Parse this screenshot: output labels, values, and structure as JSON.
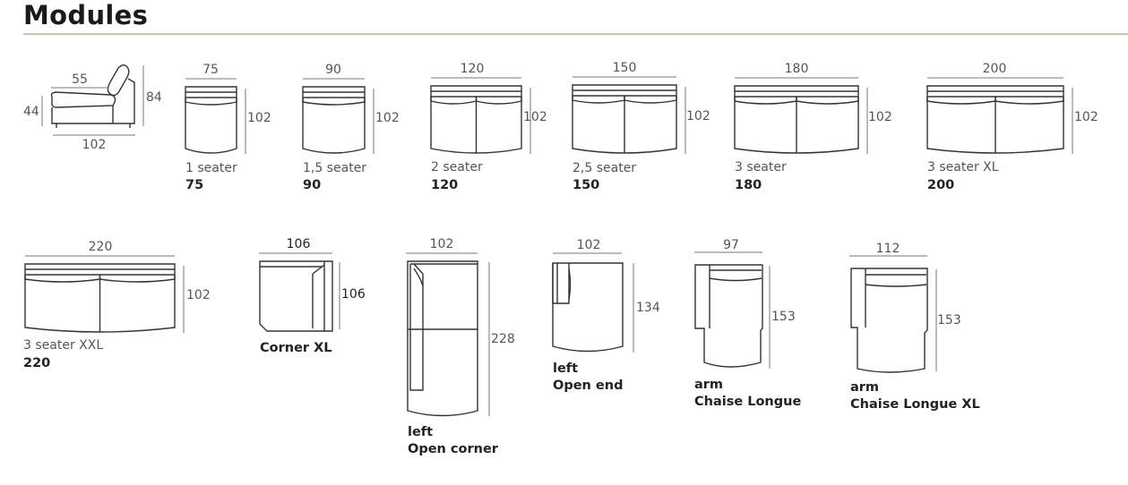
{
  "title": "Modules",
  "side_view": {
    "seat_depth": "55",
    "depth": "102",
    "seat_height": "44",
    "height": "84"
  },
  "modules": [
    {
      "width": "75",
      "depth": "102",
      "name": "1 seater",
      "code": "75"
    },
    {
      "width": "90",
      "depth": "102",
      "name": "1,5 seater",
      "code": "90"
    },
    {
      "width": "120",
      "depth": "102",
      "name": "2 seater",
      "code": "120"
    },
    {
      "width": "150",
      "depth": "102",
      "name": "2,5 seater",
      "code": "150"
    },
    {
      "width": "180",
      "depth": "102",
      "name": "3 seater",
      "code": "180"
    },
    {
      "width": "200",
      "depth": "102",
      "name": "3 seater XL",
      "code": "200"
    },
    {
      "width": "220",
      "depth": "102",
      "name": "3 seater XXL",
      "code": "220"
    },
    {
      "width": "106",
      "depth": "106",
      "name": "Corner XL"
    },
    {
      "width": "102",
      "depth": "228",
      "side": "left",
      "name": "Open corner"
    },
    {
      "width": "102",
      "depth": "134",
      "side": "left",
      "name": "Open end"
    },
    {
      "width": "97",
      "depth": "153",
      "side": "arm",
      "name": "Chaise Longue"
    },
    {
      "width": "112",
      "depth": "153",
      "side": "arm",
      "name": "Chaise Longue XL"
    }
  ]
}
